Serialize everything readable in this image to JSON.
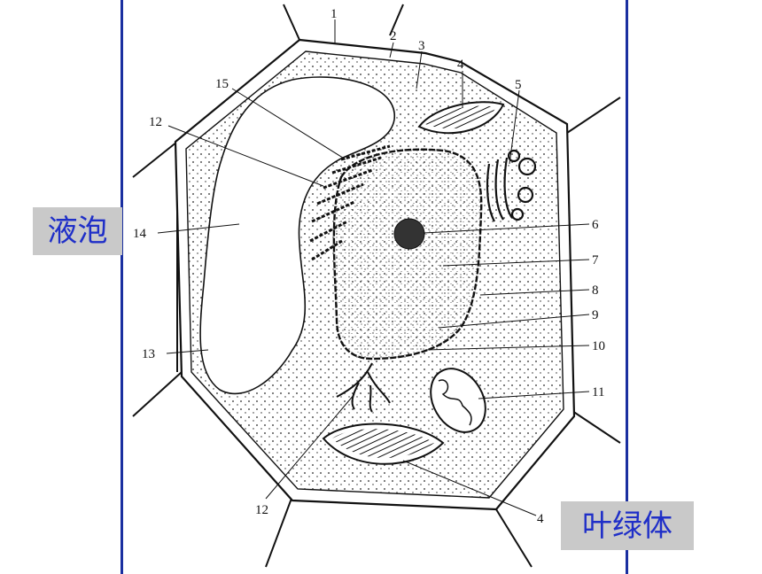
{
  "callouts": {
    "vacuole": "液泡",
    "chloroplast": "叶绿体"
  },
  "labels": [
    "1",
    "2",
    "3",
    "4",
    "5",
    "15",
    "12",
    "14",
    "6",
    "7",
    "8",
    "9",
    "13",
    "10",
    "11",
    "12",
    "4"
  ],
  "colors": {
    "frame_border": "#1a2fa0",
    "callout_bg": "#c9c9c9",
    "callout_text": "#1f2fc8",
    "ink": "#111111"
  }
}
